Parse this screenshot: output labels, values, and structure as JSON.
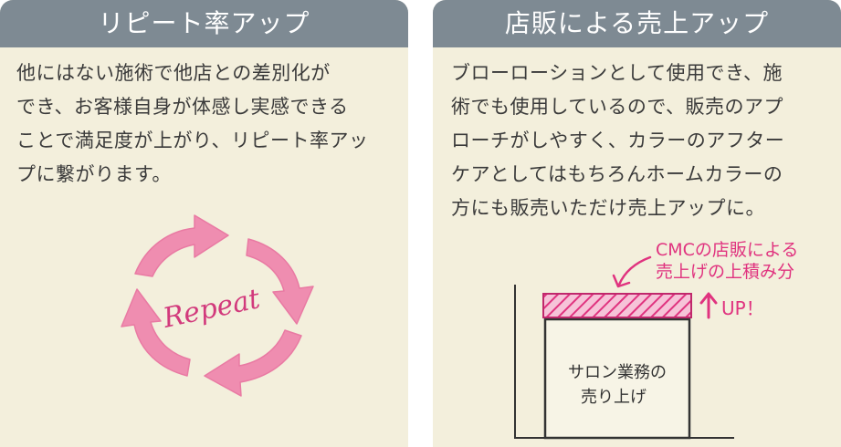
{
  "left_panel": {
    "title": "リピート率アップ",
    "body": "他にはない施術で他店との差別化が\nでき、お客様自身が体感し実感できる\nことで満足度が上がり、リピート率アッ\nプに繋がります。",
    "cycle_label": "Repeat"
  },
  "right_panel": {
    "title": "店販による売上アップ",
    "body": "ブローローションとして使用でき、施\n術でも使用しているので、販売のアプ\nローチがしやすく、カラーのアフター\nケアとしてはもちろんホームカラーの\n方にも販売いただけ売上アップに。",
    "annotation_line1": "CMCの店販による",
    "annotation_line2": "売上げの上積み分",
    "up_label": "UP！",
    "box_line1": "サロン業務の",
    "box_line2": "売り上げ"
  },
  "colors": {
    "header_bg": "#7e8a93",
    "panel_bg": "#f3efdc",
    "arrow_pink": "#ef8db0",
    "accent_magenta": "#e0337f",
    "repeat_text": "#d23a7c"
  }
}
